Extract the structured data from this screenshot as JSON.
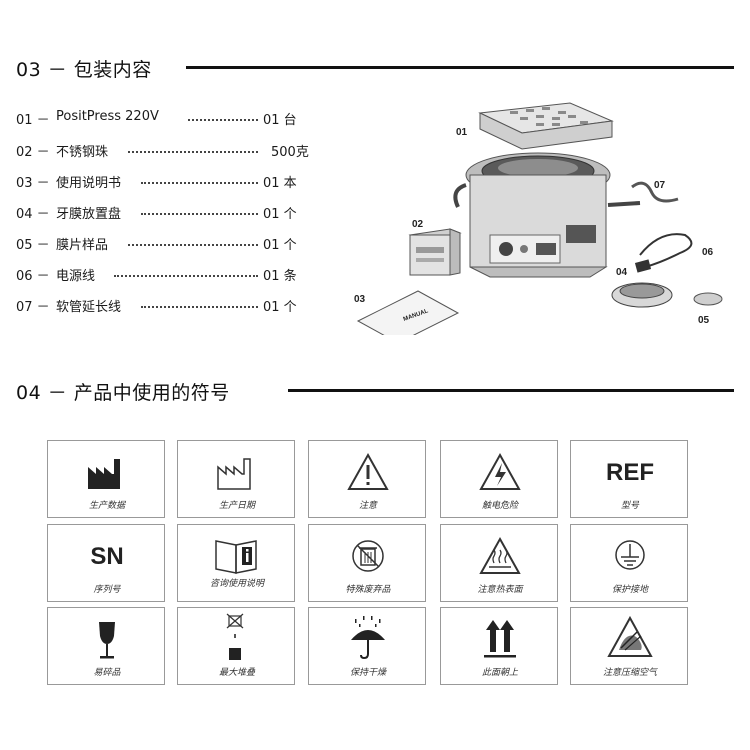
{
  "section_contents": {
    "title": "03 － 包装内容",
    "items": [
      {
        "num": "01 －",
        "name": "PositPress 220V",
        "qty": "01 台"
      },
      {
        "num": "02 －",
        "name": "不锈钢珠",
        "qty": "500克"
      },
      {
        "num": "03 －",
        "name": "使用说明书",
        "qty": "01 本"
      },
      {
        "num": "04 －",
        "name": "牙膜放置盘",
        "qty": "01 个"
      },
      {
        "num": "05 －",
        "name": "膜片样品",
        "qty": "01 个"
      },
      {
        "num": "06 －",
        "name": "电源线",
        "qty": "01 条"
      },
      {
        "num": "07 －",
        "name": "软管延长线",
        "qty": "01 个"
      }
    ]
  },
  "illustration": {
    "callouts": [
      "01",
      "02",
      "03",
      "04",
      "05",
      "06",
      "07"
    ],
    "manual_text": "MANUAL"
  },
  "section_symbols": {
    "title": "04 － 产品中使用的符号",
    "symbols": [
      {
        "caption": "生产数据",
        "icon": "factory-filled-icon"
      },
      {
        "caption": "生产日期",
        "icon": "factory-outline-icon"
      },
      {
        "caption": "注意",
        "icon": "caution-icon"
      },
      {
        "caption": "触电危险",
        "icon": "electric-shock-icon"
      },
      {
        "caption": "型号",
        "icon": "ref-icon",
        "label": "REF"
      },
      {
        "caption": "序列号",
        "icon": "sn-icon",
        "label": "SN"
      },
      {
        "caption": "咨询使用说明",
        "icon": "manual-info-icon"
      },
      {
        "caption": "特殊废弃品",
        "icon": "waste-bin-icon"
      },
      {
        "caption": "注意热表面",
        "icon": "hot-surface-icon"
      },
      {
        "caption": "保护接地",
        "icon": "ground-icon"
      },
      {
        "caption": "易碎品",
        "icon": "fragile-icon"
      },
      {
        "caption": "最大堆叠",
        "icon": "stack-limit-icon"
      },
      {
        "caption": "保持干燥",
        "icon": "keep-dry-icon"
      },
      {
        "caption": "此面朝上",
        "icon": "this-side-up-icon"
      },
      {
        "caption": "注意压缩空气",
        "icon": "compressed-air-icon"
      }
    ]
  }
}
